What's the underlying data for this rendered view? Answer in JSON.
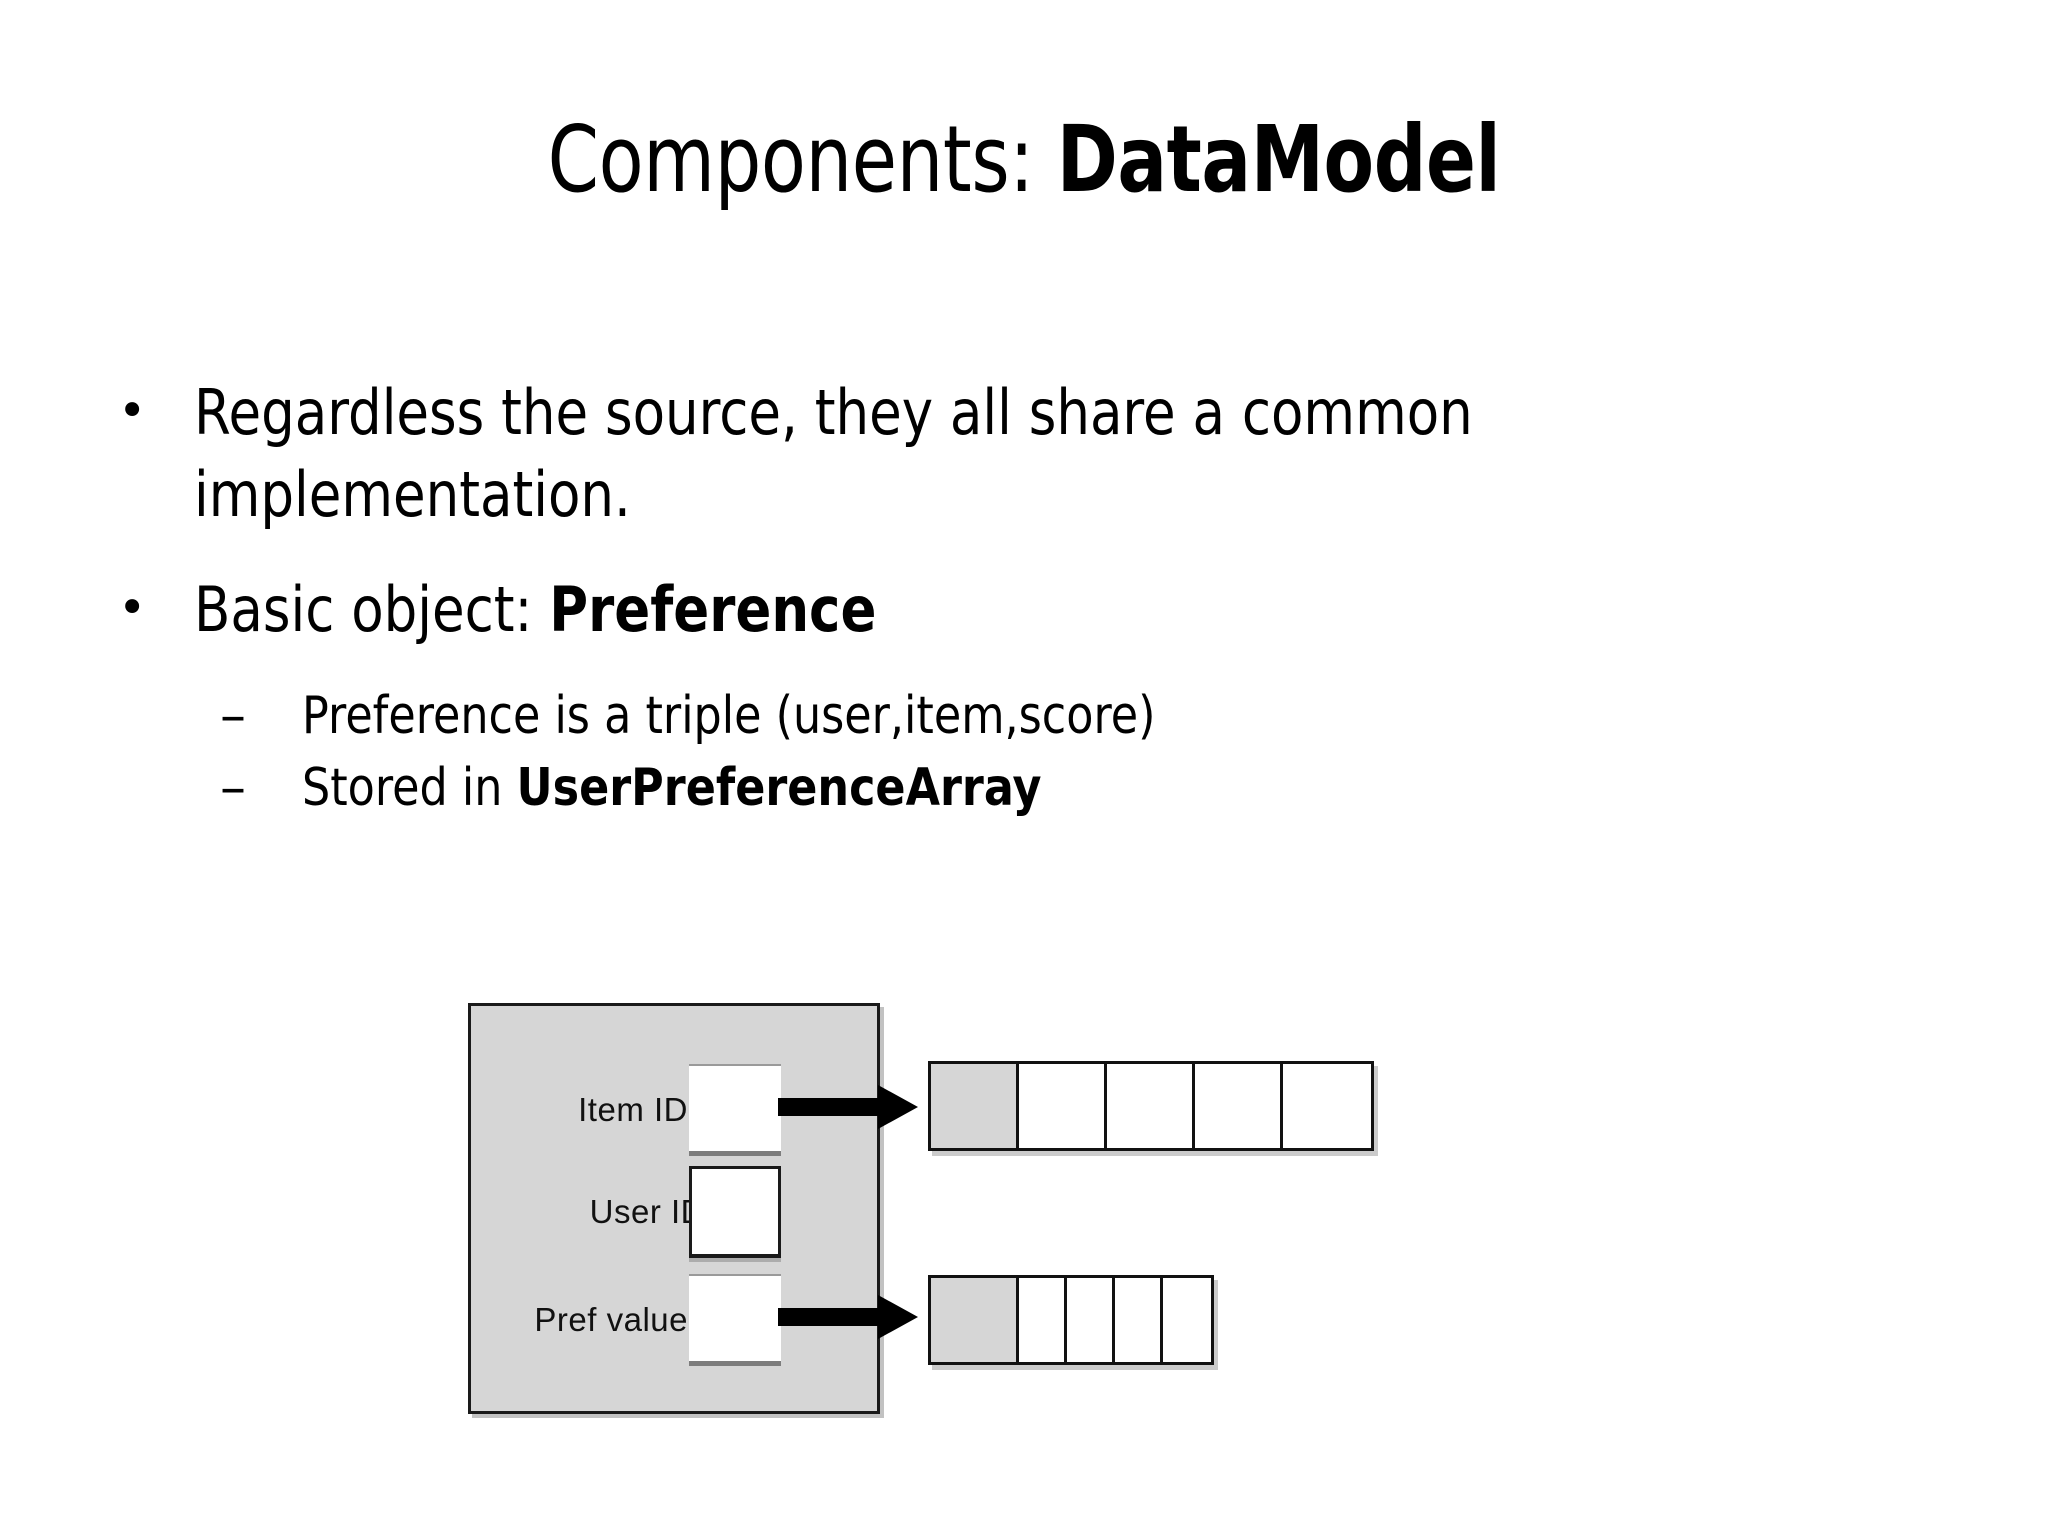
{
  "slide": {
    "background_color": "#ffffff",
    "title": {
      "prefix": "Components: ",
      "emphasis": "DataModel"
    },
    "bullets": [
      {
        "level": 1,
        "marker": "•",
        "text": "Regardless the source, they all share a common implementation."
      },
      {
        "level": 1,
        "marker": "•",
        "text_prefix": "Basic object: ",
        "text_bold": "Preference"
      },
      {
        "level": 2,
        "marker": "–",
        "text": "Preference is a triple (user,item,score)"
      },
      {
        "level": 2,
        "marker": "–",
        "text_prefix": "Stored in ",
        "text_bold": "UserPreferenceArray"
      }
    ],
    "figure": {
      "container_label": "UserPreferenceArray",
      "fill_color": "#d6d6d6",
      "stroke_color": "#111111",
      "slots": [
        {
          "label": "Item IDs",
          "style": "thin",
          "has_arrow": true
        },
        {
          "label": "User ID",
          "style": "framed",
          "has_arrow": false
        },
        {
          "label": "Pref values",
          "style": "thin",
          "has_arrow": true
        }
      ],
      "arrays": [
        {
          "name": "item-ids-array",
          "cells": [
            {
              "filled": true,
              "width": 88
            },
            {
              "filled": false,
              "width": 88
            },
            {
              "filled": false,
              "width": 88
            },
            {
              "filled": false,
              "width": 88
            },
            {
              "filled": false,
              "width": 88
            }
          ]
        },
        {
          "name": "pref-values-array",
          "cells": [
            {
              "filled": true,
              "width": 88
            },
            {
              "filled": false,
              "width": 48
            },
            {
              "filled": false,
              "width": 48
            },
            {
              "filled": false,
              "width": 48
            },
            {
              "filled": false,
              "width": 48
            }
          ]
        }
      ]
    }
  }
}
